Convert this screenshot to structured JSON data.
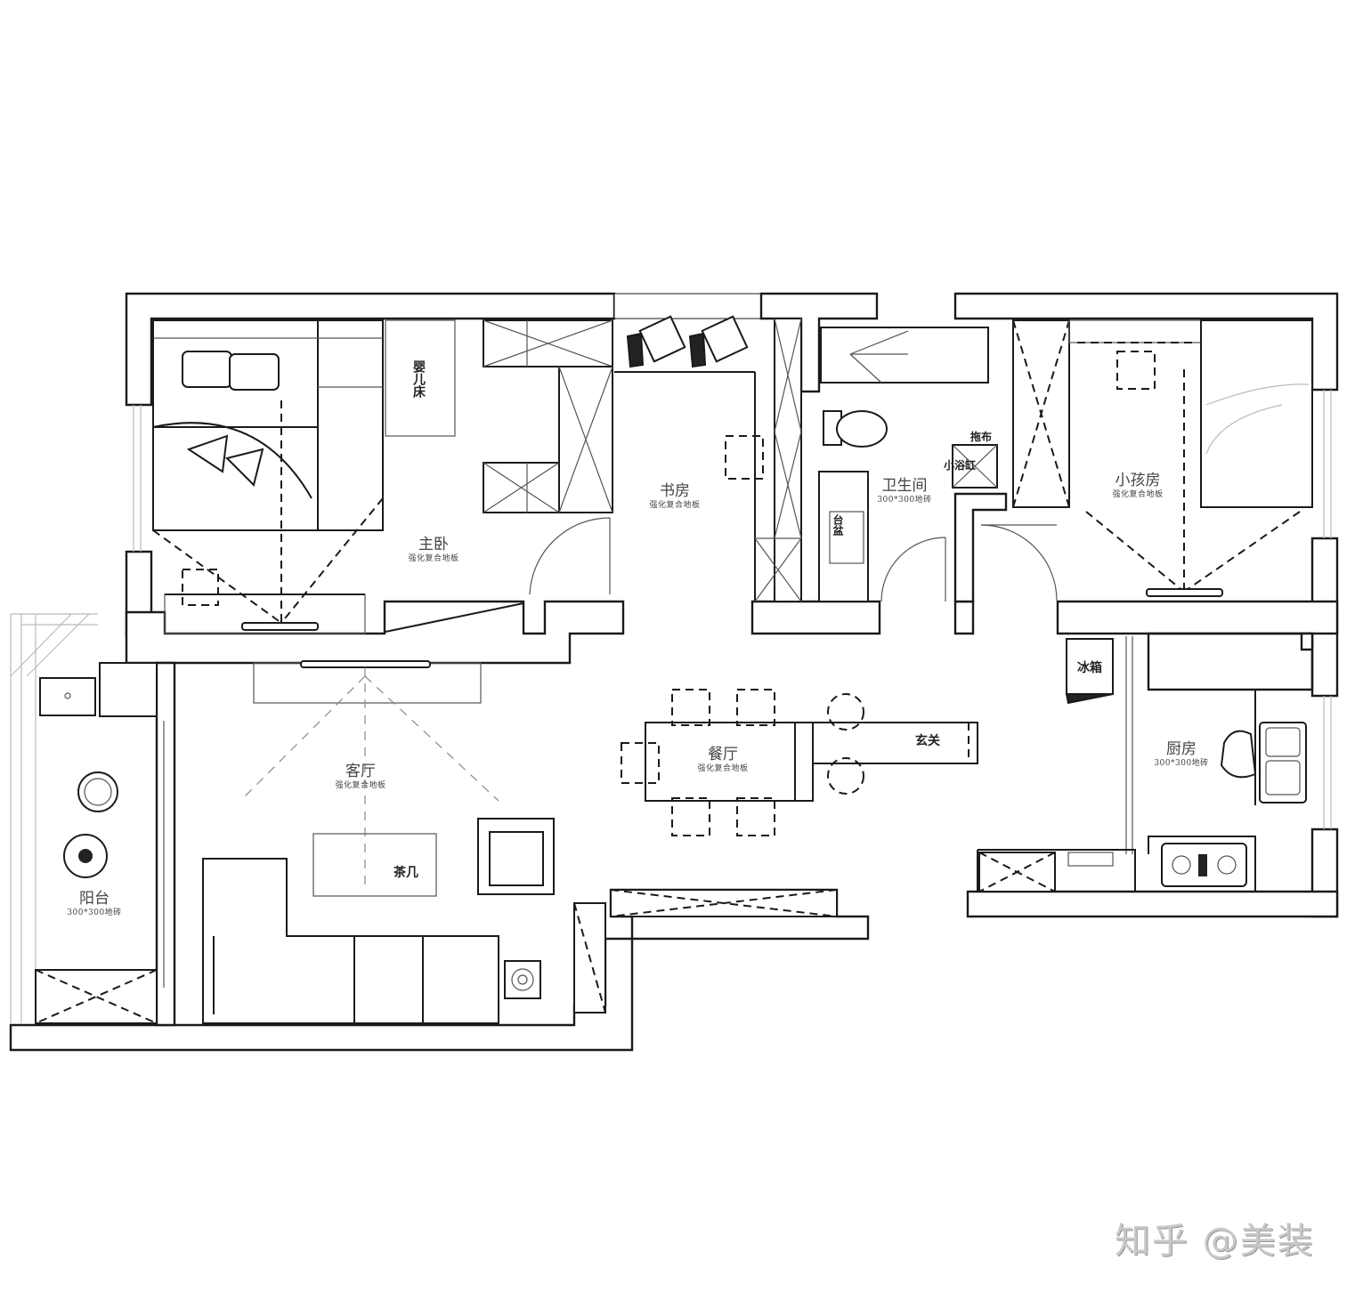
{
  "plan": {
    "rooms": {
      "master_bedroom": {
        "name": "主卧",
        "floor": "强化复合地板"
      },
      "study": {
        "name": "书房",
        "floor": "强化复合地板"
      },
      "bathroom": {
        "name": "卫生间",
        "floor": "300*300地砖"
      },
      "kids_room": {
        "name": "小孩房",
        "floor": "强化复合地板"
      },
      "living_room": {
        "name": "客厅",
        "floor": "强化复合地板"
      },
      "dining_room": {
        "name": "餐厅",
        "floor": "强化复合地板"
      },
      "kitchen": {
        "name": "厨房",
        "floor": "300*300地砖"
      },
      "balcony": {
        "name": "阳台",
        "floor": "300*300地砖"
      }
    },
    "items": {
      "crib": "婴儿床",
      "vanity": "台盆",
      "mop_sink": "拖布",
      "laundry_sink": "小浴缸",
      "fridge": "冰箱",
      "entrance": "玄关",
      "coffee_table": "茶几"
    }
  },
  "watermark": "知乎 @美装"
}
